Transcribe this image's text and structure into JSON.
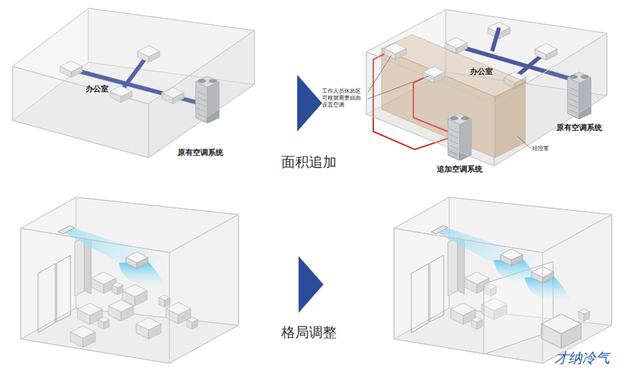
{
  "diagram": {
    "labels": [
      "办公室",
      "原有空调系统",
      "面积追加",
      "工作人员休息区 可根据需要自由 设置空调",
      "经理室",
      "办公室",
      "追加空调系统",
      "原有空调系统",
      "格局调整",
      "才纳冷气"
    ]
  }
}
